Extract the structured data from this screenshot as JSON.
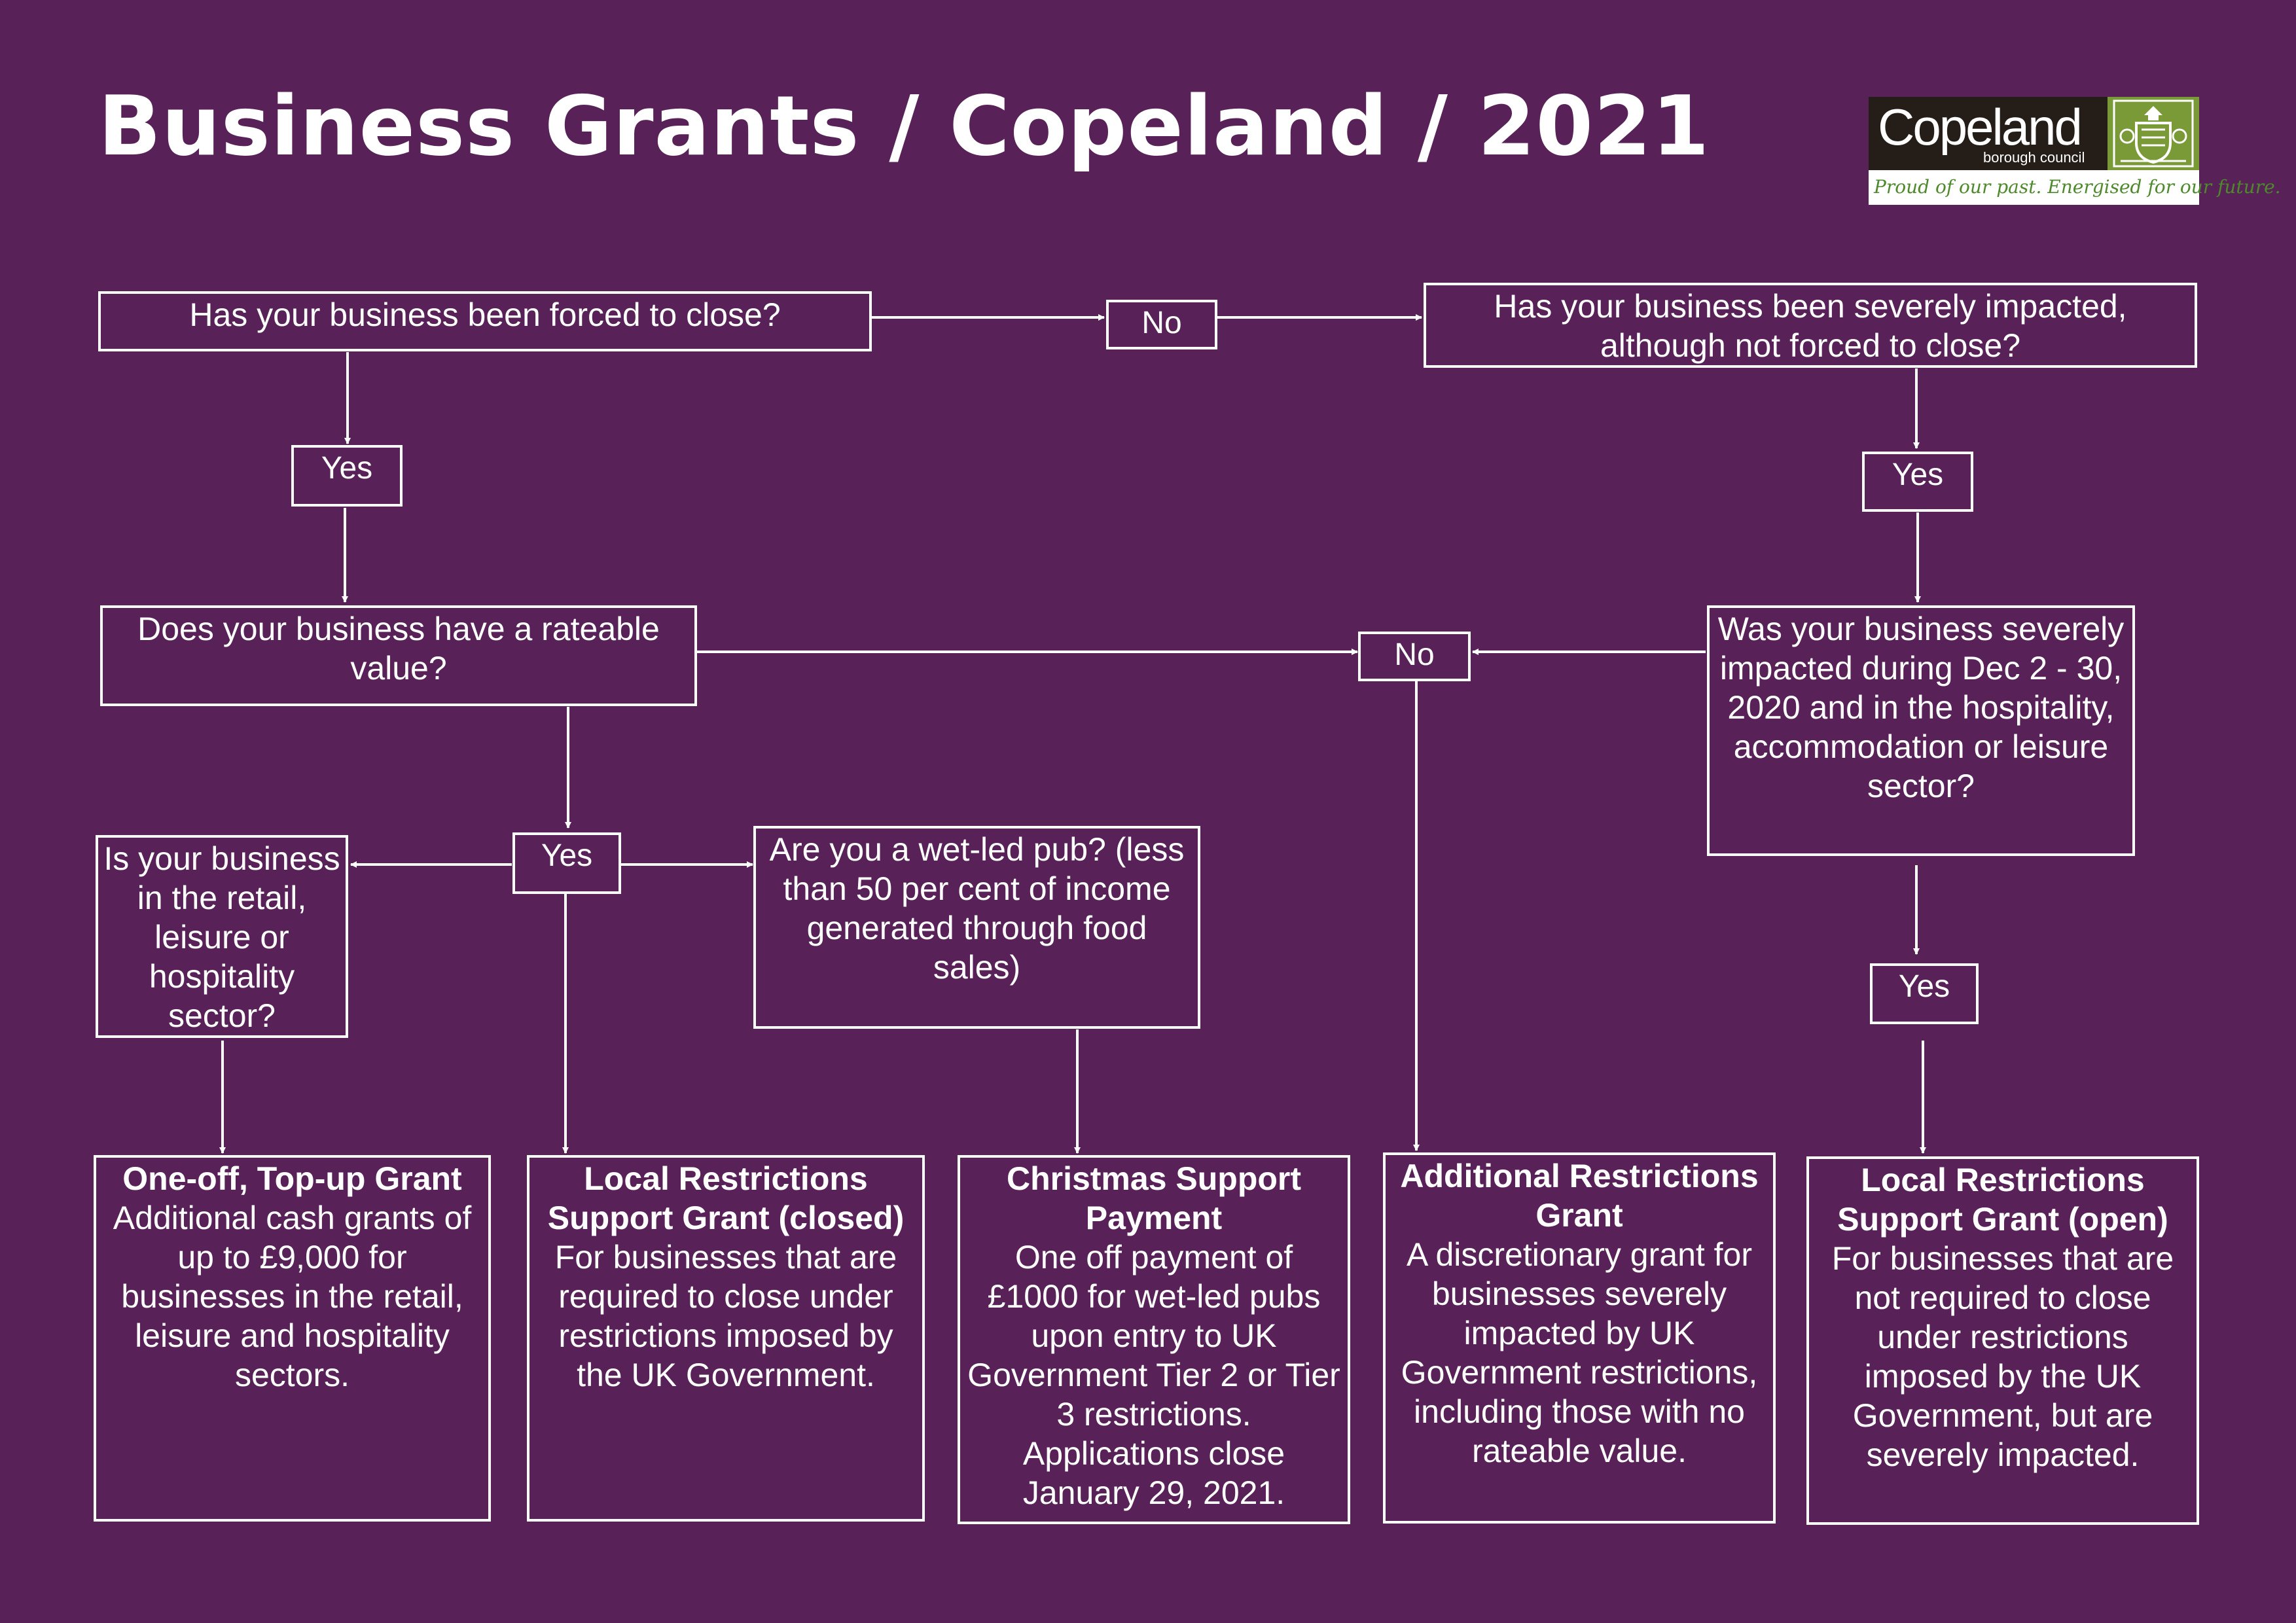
{
  "title": "Business Grants / Copeland / 2021",
  "logo": {
    "name": "Copeland",
    "subtitle": "borough council",
    "tagline": "Proud of our past. Energised for our future.",
    "icon": "coat-of-arms-icon"
  },
  "questions": {
    "forced_close": "Has your business been forced to close?",
    "severely_impacted": "Has your business been severely impacted, although not forced to close?",
    "rateable_value": "Does your business have a rateable value?",
    "dec_impacted": "Was your business severely impacted during Dec 2 - 30, 2020 and in the hospitality, accommodation or leisure sector?",
    "retail_sector": "Is your business in the retail, leisure or hospitality sector?",
    "wet_led_pub": "Are you a wet-led pub? (less than 50 per cent of income generated through food sales)"
  },
  "labels": {
    "no_top": "No",
    "yes_left": "Yes",
    "yes_right": "Yes",
    "no_middle": "No",
    "yes_middle": "Yes",
    "yes_right_lower": "Yes"
  },
  "results": {
    "topup": {
      "heading": "One-off, Top-up Grant",
      "body": "Additional cash grants of up to £9,000 for businesses in the retail, leisure and hospitality sectors."
    },
    "lrsg_closed": {
      "heading": "Local Restrictions Support Grant (closed)",
      "body": "For businesses that are required to close under restrictions imposed by the UK Government."
    },
    "christmas": {
      "heading": "Christmas Support Payment",
      "body": "One off payment of £1000 for wet-led pubs upon entry to UK Government Tier 2 or Tier 3 restrictions. Applications close January 29, 2021."
    },
    "arg": {
      "heading": "Additional Restrictions Grant",
      "body": "A discretionary grant for businesses severely impacted by UK Government restrictions, including those with no rateable value."
    },
    "lrsg_open": {
      "heading": "Local Restrictions Support Grant (open)",
      "body": "For businesses that are not required to close under restrictions imposed by the UK Government, but are severely impacted."
    }
  },
  "colors": {
    "background": "#582258",
    "foreground": "#ffffff",
    "logo_dark": "#241d18",
    "logo_green": "#7a9a38",
    "tagline_green": "#4d8a2b"
  }
}
